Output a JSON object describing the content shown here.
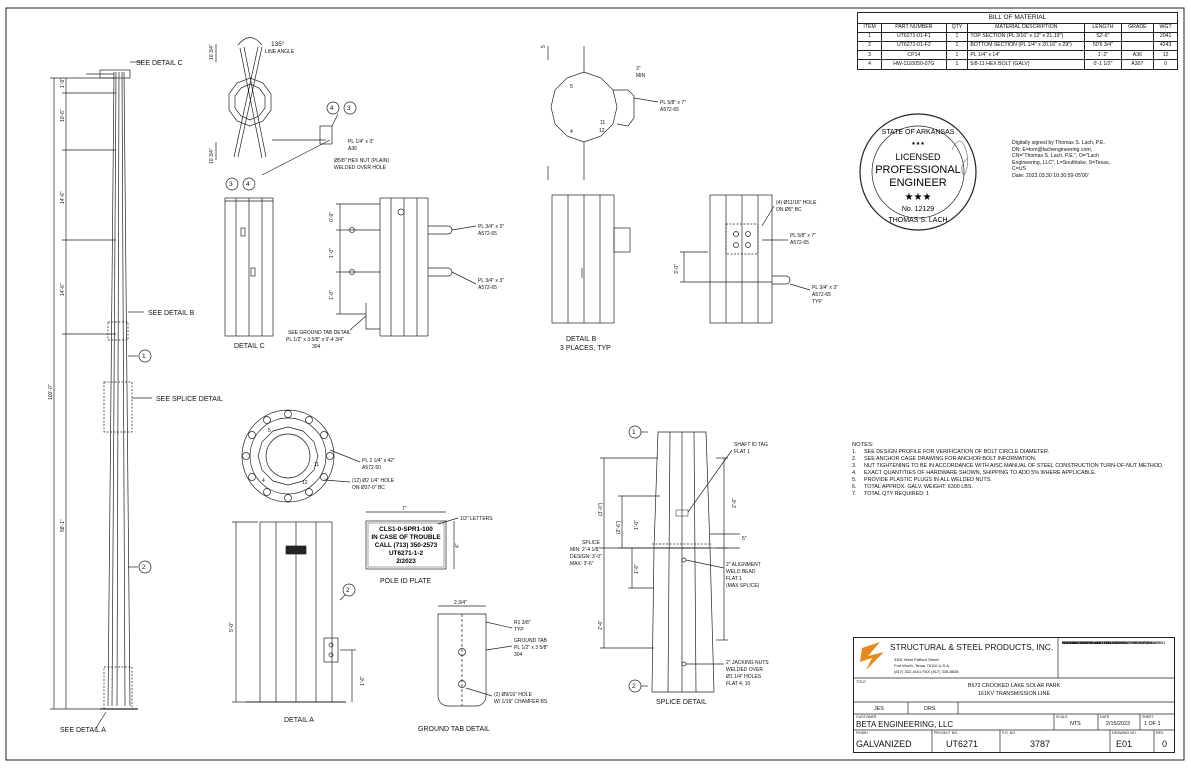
{
  "bom": {
    "title": "BILL OF MATERIAL",
    "headers": [
      "ITEM",
      "PART NUMBER",
      "QTY",
      "MATERIAL DESCRIPTION",
      "LENGTH",
      "GRADE",
      "WGT"
    ],
    "rows": [
      [
        "1",
        "UT6271-01-F1",
        "1",
        "TOP SECTION (PL 3/16\" x 12\" x 21.19\")",
        "52'-6\"",
        "",
        "2041"
      ],
      [
        "2",
        "UT6271-01-F2",
        "1",
        "BOTTOM SECTION (PL 1/4\" x 20.16\" x 29\")",
        "50'6 3/4\"",
        "",
        "4243"
      ],
      [
        "3",
        "CP14",
        "1",
        "PL 1/4\" x 14\"",
        "1'-2\"",
        "A36",
        "12"
      ],
      [
        "4",
        "HW-1110050-07G",
        "1",
        "5/8-11 HEX BOLT (GALV)",
        "0'-1 1/2\"",
        "A307",
        "0"
      ]
    ]
  },
  "seal": {
    "state": "STATE OF ARKANSAS",
    "stars": "★★★",
    "line1": "LICENSED",
    "line2": "PROFESSIONAL",
    "line3": "ENGINEER",
    "number": "No. 12129",
    "name": "THOMAS S. LACH"
  },
  "signature_block": [
    "Digitally signed by Thomas S. Lach, P.E.",
    "DN: E=tom@lachengineering.com,",
    "CN=\"Thomas S. Lach, P.E.\", O=\"Lach",
    "Engineering, LLC\", L=Southlake, S=Texas,",
    "C=US",
    "Date: 2023.03.30 10:30:59-05'00'"
  ],
  "notes": {
    "title": "NOTES:",
    "items": [
      "SEE DESIGN PROFILE FOR VERIFICATION OF BOLT CIRCLE DIAMETER.",
      "SEE ANCHOR CAGE DRAWING FOR ANCHOR BOLT INFORMATION.",
      "NUT TIGHTENING TO BE IN ACCORDANCE WITH AISC MANUAL OF STEEL CONSTRUCTION TURN-OF-NUT METHOD.",
      "EXACT QUANTITIES OF HARDWARE SHOWN, SHIPPING TO ADD 5% WHERE APPLICABLE.",
      "PROVIDE PLASTIC PLUGS IN ALL WELDED NUTS.",
      "TOTAL APPROX. GALV. WEIGHT: 6300 LBS.",
      "TOTAL QTY REQUIRED: 1"
    ]
  },
  "pole": {
    "see_detail_c": "SEE DETAIL C",
    "see_detail_b": "SEE DETAIL B",
    "see_splice": "SEE SPLICE DETAIL",
    "see_detail_a": "SEE DETAIL A",
    "dims": [
      "1'-9\"",
      "10'-6\"",
      "14'-6\"",
      "14'-6\"",
      "100'-0\"",
      "58'-1\""
    ],
    "callouts": [
      "1",
      "2"
    ]
  },
  "detail_c": {
    "caption": "DETAIL C",
    "angle": "135°",
    "angle_label": "LINE ANGLE",
    "dim_top": "10 3/4\"",
    "dim_bottom": "10 3/4\"",
    "plate": "PL 1/4\" x 3\"",
    "plate_grade": "A36",
    "nut": "Ø5/8\" HEX NUT (PLAIN)",
    "nut2": "WELDED OVER HOLE",
    "items": [
      "3",
      "4"
    ],
    "tab_note": "SEE GROUND TAB DETAIL",
    "tab_plate": "PL 1/2\" x 3 5/8\" x 0'-4 3/4\"",
    "tab_grade": "304",
    "dims": [
      "0'-9\"",
      "1'-0\"",
      "1'-0\""
    ],
    "plate_a": "PL 3/4\" x 3\"",
    "plate_a_grade": "A572-65",
    "plate_b": "PL 3/4\" x 3\"",
    "plate_b_grade": "A572-65"
  },
  "detail_b": {
    "caption": "DETAIL B",
    "sub": "3 PLACES, TYP",
    "min": "3\"",
    "min_label": "MIN",
    "plate_top": "PL 5/8\" x 7\"",
    "plate_top_grade": "A572-65",
    "hole": "(4) Ø11/16\" HOLE",
    "hole2": "ON Ø5\" BC",
    "plate_mid": "PL 5/8\" x 7\"",
    "plate_mid_grade": "A572-65",
    "plate_low": "PL 3/4\" x 3\"",
    "plate_low_grade": "A572-65",
    "plate_low_typ": "TYP",
    "dim": "3'-0\"",
    "nums": [
      "5",
      "4",
      "12",
      "11"
    ]
  },
  "baseplate": {
    "plate": "PL 2 1/4\" x 42\"",
    "grade": "A572-50",
    "holes": "(12) Ø2 1/4\" HOLE",
    "holes2": "ON Ø37-0\" BC",
    "nums": [
      "5",
      "4",
      "12",
      "11"
    ]
  },
  "id_plate": {
    "caption": "POLE ID PLATE",
    "letters": "1/2\" LETTERS",
    "width": "7\"",
    "height": "4\"",
    "line1": "CLS1-0-SPR1-100",
    "line2": "IN CASE OF TROUBLE",
    "line3": "CALL (713) 350-2573",
    "line4": "UT6271-1-2",
    "line5": "2/2023"
  },
  "detail_a": {
    "caption": "DETAIL A",
    "dim1": "5'-0\"",
    "dim2": "1'-6\"",
    "callout": "2"
  },
  "ground_tab": {
    "caption": "GROUND TAB DETAIL",
    "width": "2 3/4\"",
    "r": "R1 3/8\"",
    "typ": "TYP",
    "tab": "GROUND TAB",
    "tab_plate": "PL 1/2\" x 3 5/8\"",
    "tab_grade": "304",
    "hole": "(2) Ø9/16\" HOLE",
    "hole2": "W/ 1/16\" CHAMFER BS"
  },
  "splice": {
    "caption": "SPLICE DETAIL",
    "shaft_tag": "SHAFT ID TAG",
    "flat": "FLAT 1",
    "splice": "SPLICE",
    "min": "MIN: 2'-4 1/8\"",
    "design": "DESIGN: 3'-0\"",
    "max": "MAX: 3'-6\"",
    "align1": "2\" ALIGNMENT",
    "align2": "WELD BEAD",
    "align3": "FLAT 1",
    "align4": "(MAX SPLICE)",
    "jack1": "2\" JACKING NUTS",
    "jack2": "WELDED OVER",
    "jack3": "Ø1 1/4\" HOLES",
    "jack4": "FLAT 4, 10",
    "dims": [
      "(3'-0\")",
      "(2'-6\")",
      "1'-0\"",
      "1'-6\"",
      "2'-6\"",
      "2'-6\"",
      "5\""
    ],
    "callouts": [
      "1",
      "2"
    ]
  },
  "title_block": {
    "company": "STRUCTURAL & STEEL PRODUCTS, INC.",
    "addr1": "3301 West Pafford Street",
    "addr2": "Fort Worth, Texas 76110 U.S.A.",
    "addr3": "(817) 332-4161 FAX (817) 335-8638",
    "prop1": "PROPRIETARY AND CONFIDENTIAL",
    "prop2": "THIS DOCUMENT AND THE INFORMATION CONTAINED",
    "prop3": "HEREIN ARE THE SOLE PROPERTY OF SSP, INC.",
    "prop4": "DUPLICATION OR DISTRIBUTION OF THIS INFORMATION",
    "prop5": "WITHOUT PRIOR WRITTEN CONSENT OF SSP, INC.",
    "prop6": "IS STRICTLY PROHIBITED.",
    "title_label": "TITLE",
    "title1": "B672 CROOKED LAKE SOLAR PARK",
    "title2": "161KV TRANSMISSION LINE",
    "drawn_by": "JES",
    "checked_by": "DRS",
    "customer_label": "CUSTOMER",
    "customer": "BETA ENGINEERING, LLC",
    "scale_label": "SCALE",
    "scale": "NTS",
    "date_label": "DATE",
    "date": "2/15/2023",
    "sheet_label": "SHEET",
    "sheet": "1 OF 1",
    "finish_label": "FINISH",
    "finish": "GALVANIZED",
    "project_label": "PROJECT NO.",
    "project": "UT6271",
    "po_label": "P.O. NO.",
    "po": "3787",
    "drawing_label": "DRAWING NO.",
    "drawing": "E01",
    "rev_label": "REV.",
    "rev": "0"
  }
}
